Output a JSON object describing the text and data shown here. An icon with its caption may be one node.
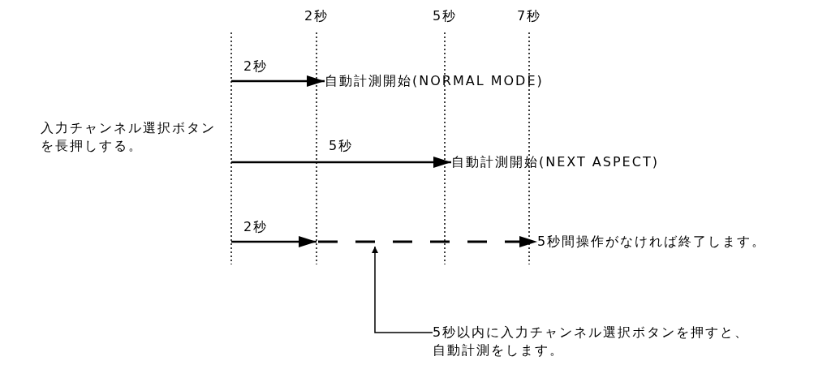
{
  "diagram": {
    "nodes": [
      {
        "text": [
          "入力チャンネル選択ボタンを長押しする。"
        ]
      },
      {
        "text": [
          "自動計測開始(NORMAL MODE)"
        ]
      },
      {
        "text": [
          "自動計測開始(NEXT ASPECT)"
        ]
      },
      {
        "text": [
          "5秒間操作がなければ終了します。"
        ]
      },
      {
        "text": [
          "5秒以内に入力チャンネル選択ボタンを押すと、自動計測をします。"
        ]
      }
    ],
    "edges": [
      {
        "from": null,
        "to": 1,
        "arrow": "to",
        "label": "2秒"
      },
      {
        "from": null,
        "to": 2,
        "arrow": "to",
        "label": "5秒"
      },
      {
        "from": null,
        "to": 3,
        "arrow": "to",
        "label": "2秒",
        "style": "dashed"
      },
      {
        "from": 4,
        "to": null,
        "arrow": "to"
      }
    ],
    "labels": [
      "2秒",
      "5秒",
      "7秒"
    ]
  }
}
